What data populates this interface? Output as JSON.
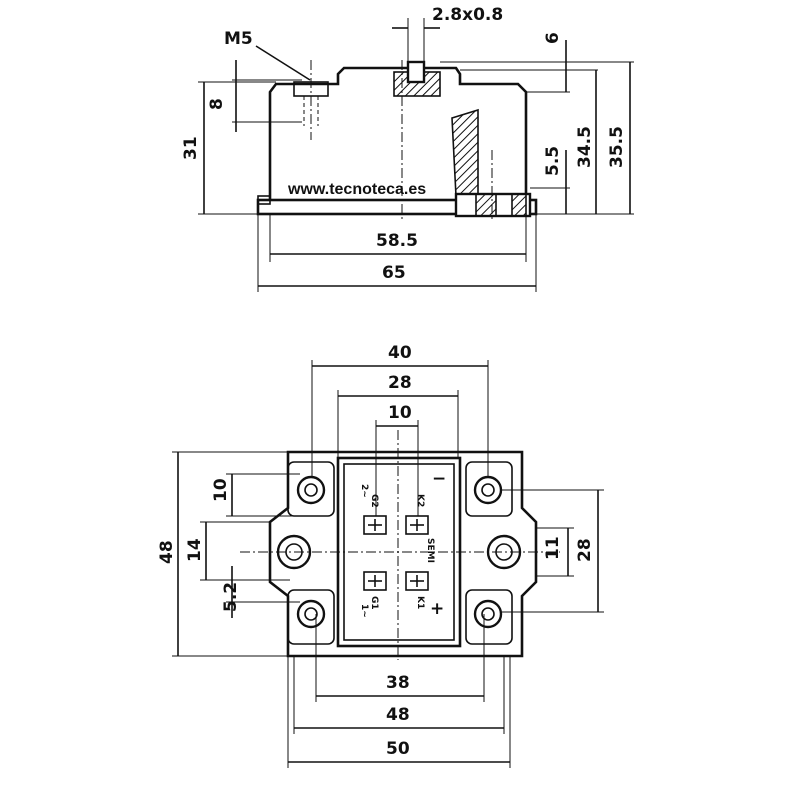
{
  "watermark": "www.tecnoteca.es",
  "side_view": {
    "labels": {
      "thread": "M5",
      "tab": "2.8x0.8",
      "depth_8": "8",
      "height_31": "31",
      "top_6": "6",
      "h_34_5": "34.5",
      "h_35_5": "35.5",
      "h_5_5": "5.5",
      "width_58_5": "58.5",
      "width_65": "65"
    }
  },
  "top_view": {
    "labels": {
      "w_40": "40",
      "w_28": "28",
      "w_10": "10",
      "h_48": "48",
      "h_10": "10",
      "h_14": "14",
      "h_5_2": "5.2",
      "h_11": "11",
      "h_28": "28",
      "w_38": "38",
      "w_48": "48",
      "w_50": "50"
    },
    "terminals": {
      "tl": "2~",
      "tl_gate": "G2",
      "tr_gate": "K2",
      "bl": "1~",
      "bl_gate": "G1",
      "br_gate": "K1",
      "side": "SEMI",
      "plus": "+",
      "minus": "−"
    }
  }
}
